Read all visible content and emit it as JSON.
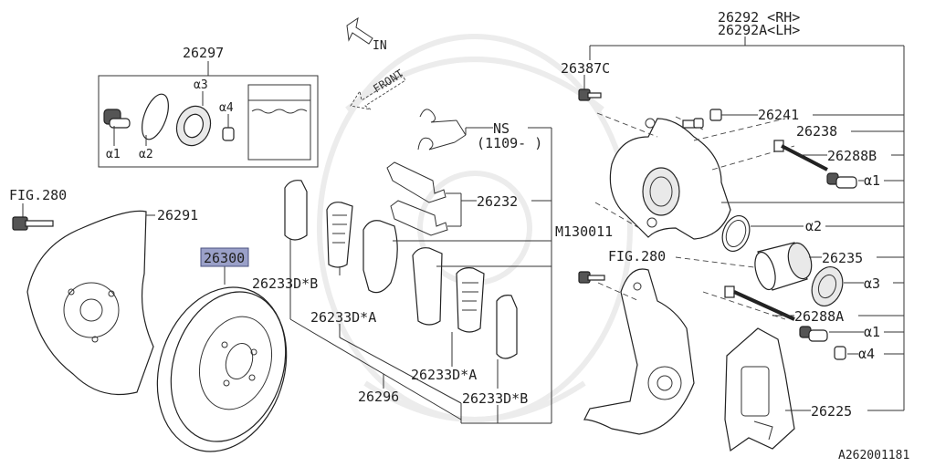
{
  "diagram": {
    "labels": {
      "asm_rh": "26292 <RH>",
      "asm_lh": "26292A<LH>",
      "bolt_26387c": "26387C",
      "bleeder": "26241",
      "pin_26238": "26238",
      "pin_26288b": "26288B",
      "boot_a1_top": "α1",
      "seal_a2": "α2",
      "piston": "26235",
      "boot_a3": "α3",
      "pin_26288a": "26288A",
      "boot_a1_bot": "α1",
      "cap_a4": "α4",
      "support": "26225",
      "kit": "26297",
      "kit_a1": "α1",
      "kit_a2": "α2",
      "kit_a3": "α3",
      "kit_a4": "α4",
      "ns": "NS",
      "ns_date": "(1109- )",
      "clip": "26232",
      "bolt_m130011": "M130011",
      "fig280_right": "FIG.280",
      "fig280_left": "FIG.280",
      "cover": "26291",
      "rotor": "26300",
      "pad_d_b_1": "26233D*B",
      "pad_d_a_1": "26233D*A",
      "pad_set": "26296",
      "pad_d_a_2": "26233D*A",
      "pad_d_b_2": "26233D*B",
      "dir_in": "IN",
      "dir_front": "FRONT",
      "ref_code": "A262001181"
    }
  }
}
